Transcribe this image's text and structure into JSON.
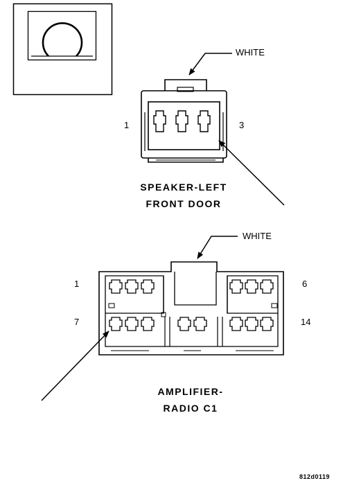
{
  "connector_1": {
    "name_line1": "SPEAKER-LEFT",
    "name_line2": "FRONT DOOR",
    "wire_color": "WHITE",
    "pin_first": "1",
    "pin_last": "3"
  },
  "connector_2": {
    "name_line1": "AMPLIFIER-",
    "name_line2": "RADIO C1",
    "wire_color": "WHITE",
    "pin_top_left": "1",
    "pin_top_right": "6",
    "pin_bottom_left": "7",
    "pin_bottom_right": "14"
  },
  "figure_id": "812d0119",
  "colors": {
    "ink": "#000000",
    "background": "#ffffff"
  }
}
